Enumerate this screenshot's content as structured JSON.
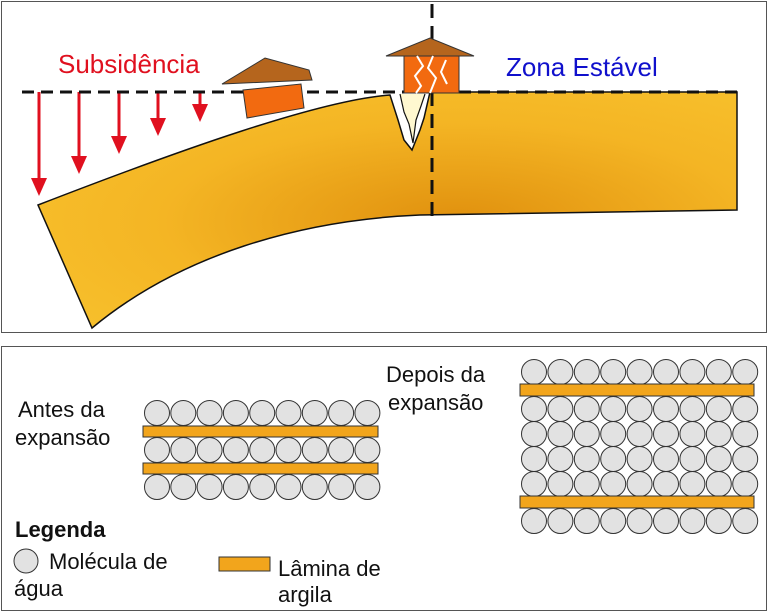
{
  "top": {
    "subsidence_label": "Subsidência",
    "stable_label": "Zona Estável"
  },
  "bottom": {
    "before_line1": "Antes da",
    "before_line2": "expansão",
    "after_line1": "Depois da",
    "after_line2": "expansão",
    "legend_title": "Legenda",
    "water_line1": "Molécula de",
    "water_line2": "água",
    "clay_line1": "Lâmina de",
    "clay_line2": "argila"
  },
  "colors": {
    "soil": "#f2b21e",
    "arrow": "#e0101f",
    "house_wall": "#f26a10",
    "house_roof": "#b5651d",
    "molecule": "#e2e2e2",
    "clay": "#f2a51c",
    "subsidence_text": "#e0101f",
    "stable_text": "#1010cc"
  }
}
